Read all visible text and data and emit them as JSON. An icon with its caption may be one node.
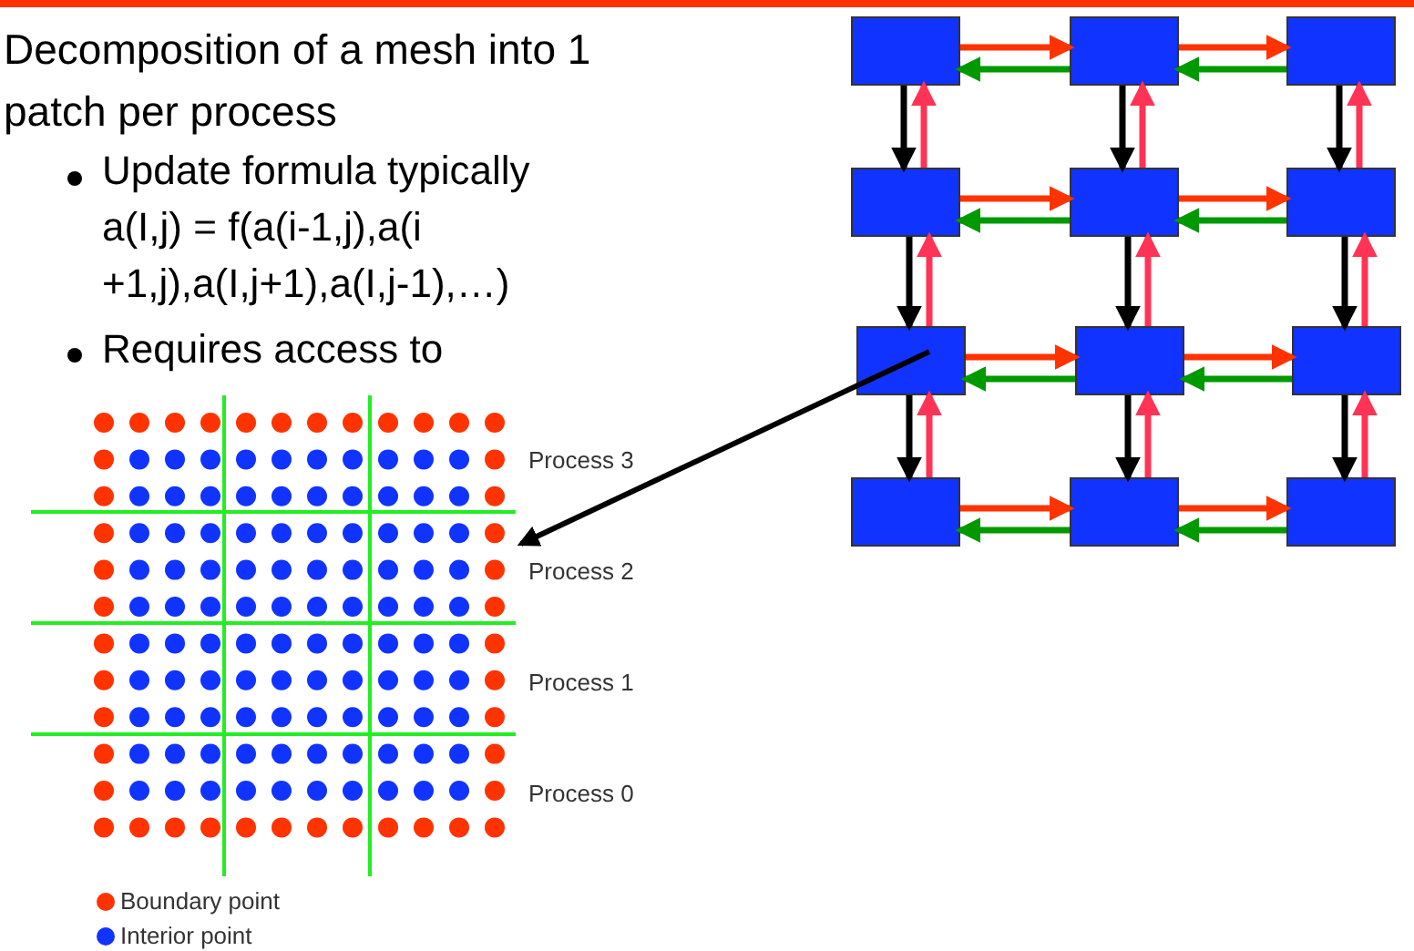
{
  "diagram": {
    "nodes": [
      {
        "text": [],
        "shape": "box"
      },
      {
        "text": [],
        "shape": "box"
      },
      {
        "text": [],
        "shape": "box"
      },
      {
        "text": [],
        "shape": "box"
      },
      {
        "text": [],
        "shape": "box"
      },
      {
        "text": [],
        "shape": "box"
      },
      {
        "text": [],
        "shape": "box"
      },
      {
        "text": [],
        "shape": "box"
      },
      {
        "text": [],
        "shape": "box"
      },
      {
        "text": [],
        "shape": "box"
      },
      {
        "text": [],
        "shape": "box"
      },
      {
        "text": [],
        "shape": "box"
      },
      {
        "text": [],
        "shape": "picture",
        "beside": [
          "Process 3",
          "Process 2",
          "Process 1",
          "Process 0"
        ]
      }
    ],
    "edges": [
      {
        "from": 0,
        "to": 1,
        "arrow": "to",
        "color": "#ff3300"
      },
      {
        "from": 1,
        "to": 0,
        "arrow": "to",
        "color": "#009900"
      },
      {
        "from": 1,
        "to": 2,
        "arrow": "to",
        "color": "#ff3300"
      },
      {
        "from": 2,
        "to": 1,
        "arrow": "to",
        "color": "#009900"
      },
      {
        "from": 3,
        "to": 4,
        "arrow": "to",
        "color": "#ff3300"
      },
      {
        "from": 4,
        "to": 3,
        "arrow": "to",
        "color": "#009900"
      },
      {
        "from": 4,
        "to": 5,
        "arrow": "to",
        "color": "#ff3300"
      },
      {
        "from": 5,
        "to": 4,
        "arrow": "to",
        "color": "#009900"
      },
      {
        "from": 6,
        "to": 7,
        "arrow": "to",
        "color": "#ff3300"
      },
      {
        "from": 7,
        "to": 6,
        "arrow": "to",
        "color": "#009900"
      },
      {
        "from": 7,
        "to": 8,
        "arrow": "to",
        "color": "#ff3300"
      },
      {
        "from": 8,
        "to": 7,
        "arrow": "to",
        "color": "#009900"
      },
      {
        "from": 9,
        "to": 10,
        "arrow": "to",
        "color": "#ff3300"
      },
      {
        "from": 10,
        "to": 9,
        "arrow": "to",
        "color": "#009900"
      },
      {
        "from": 10,
        "to": 11,
        "arrow": "to",
        "color": "#ff3300"
      },
      {
        "from": 11,
        "to": 10,
        "arrow": "to",
        "color": "#009900"
      },
      {
        "from": 0,
        "to": 3,
        "arrow": "to",
        "color": "#000000"
      },
      {
        "from": 3,
        "to": 0,
        "arrow": "to",
        "color": "#ff3355"
      },
      {
        "from": 1,
        "to": 4,
        "arrow": "to",
        "color": "#000000"
      },
      {
        "from": 4,
        "to": 1,
        "arrow": "to",
        "color": "#ff3355"
      },
      {
        "from": 2,
        "to": 5,
        "arrow": "to",
        "color": "#000000"
      },
      {
        "from": 5,
        "to": 2,
        "arrow": "to",
        "color": "#ff3355"
      },
      {
        "from": 3,
        "to": 6,
        "arrow": "to",
        "color": "#000000"
      },
      {
        "from": 6,
        "to": 3,
        "arrow": "to",
        "color": "#ff3355"
      },
      {
        "from": 4,
        "to": 7,
        "arrow": "to",
        "color": "#000000"
      },
      {
        "from": 7,
        "to": 4,
        "arrow": "to",
        "color": "#ff3355"
      },
      {
        "from": 5,
        "to": 8,
        "arrow": "to",
        "color": "#000000"
      },
      {
        "from": 8,
        "to": 5,
        "arrow": "to",
        "color": "#ff3355"
      },
      {
        "from": 6,
        "to": 9,
        "arrow": "to",
        "color": "#000000"
      },
      {
        "from": 9,
        "to": 6,
        "arrow": "to",
        "color": "#ff3355"
      },
      {
        "from": 7,
        "to": 10,
        "arrow": "to",
        "color": "#000000"
      },
      {
        "from": 10,
        "to": 7,
        "arrow": "to",
        "color": "#ff3355"
      },
      {
        "from": 8,
        "to": 11,
        "arrow": "to",
        "color": "#000000"
      },
      {
        "from": 11,
        "to": 8,
        "arrow": "to",
        "color": "#ff3355"
      },
      {
        "from": 6,
        "to": 12,
        "arrow": "to",
        "color": "#000000"
      }
    ],
    "labels": [
      "Decomposition of a mesh into 1 patch per process",
      "Update formula typically a(I,j) = f(a(i-1,j),a(i +1,j),a(I,j+1),a(I,j-1),…)",
      "Requires access to"
    ],
    "legend": [
      {
        "text": "Boundary point",
        "color": "#ff3300"
      },
      {
        "text": "Interior point",
        "color": "#1133ff"
      }
    ]
  }
}
